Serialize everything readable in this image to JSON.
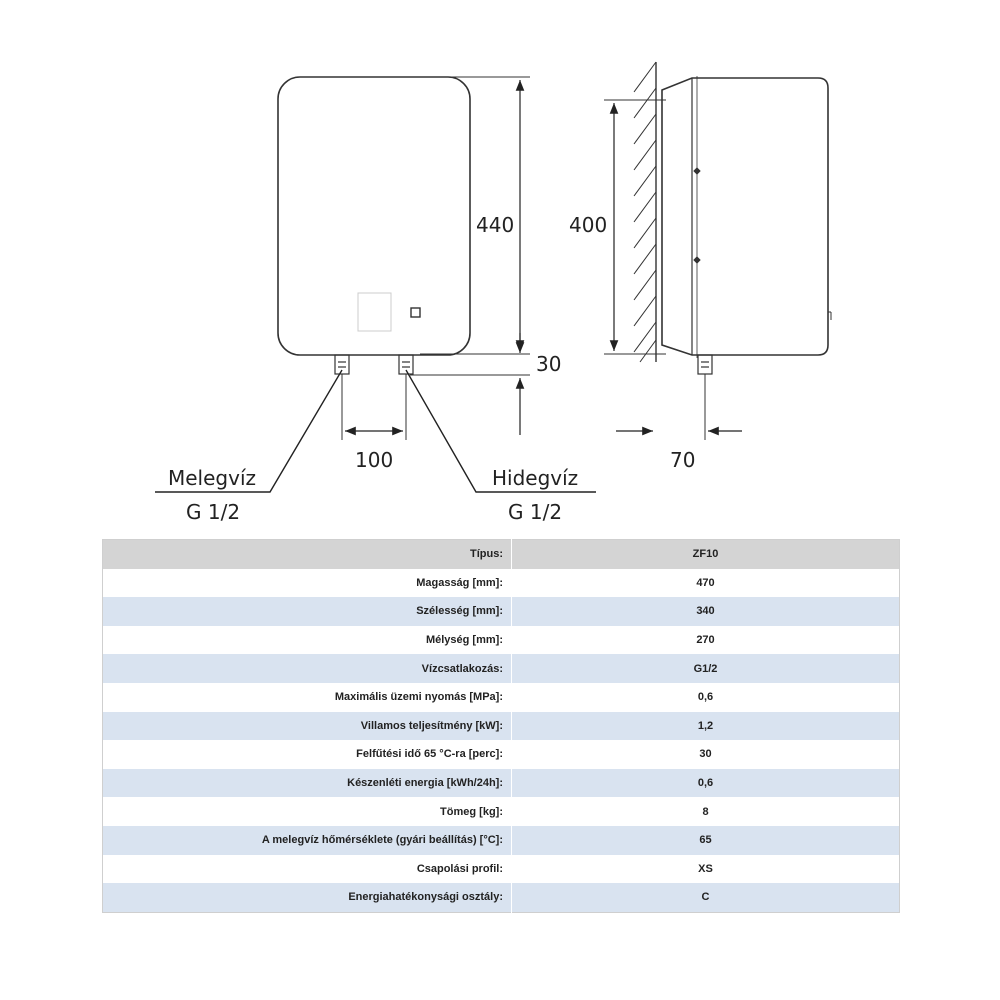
{
  "drawing": {
    "dim_height": "440",
    "dim_height_side": "400",
    "dim_pipe": "30",
    "dim_spacing": "100",
    "dim_depth": "70",
    "hot_label": "Melegvíz",
    "hot_thread": "G 1/2",
    "cold_label": "Hidegvíz",
    "cold_thread": "G 1/2"
  },
  "table": {
    "header": {
      "key": "Típus:",
      "value": "ZF10"
    },
    "rows": [
      {
        "key": "Magasság [mm]:",
        "value": "470"
      },
      {
        "key": "Szélesség [mm]:",
        "value": "340"
      },
      {
        "key": "Mélység [mm]:",
        "value": "270"
      },
      {
        "key": "Vízcsatlakozás:",
        "value": "G1/2"
      },
      {
        "key": "Maximális üzemi nyomás [MPa]:",
        "value": "0,6"
      },
      {
        "key": "Villamos teljesítmény [kW]:",
        "value": "1,2"
      },
      {
        "key": "Felfűtési idő 65 °C-ra [perc]:",
        "value": "30"
      },
      {
        "key": "Készenléti energia [kWh/24h]:",
        "value": "0,6"
      },
      {
        "key": "Tömeg [kg]:",
        "value": "8"
      },
      {
        "key": "A melegvíz hőmérséklete (gyári beállítás) [°C]:",
        "value": "65"
      },
      {
        "key": "Csapolási profil:",
        "value": "XS"
      },
      {
        "key": "Energiahatékonysági osztály:",
        "value": "C"
      }
    ]
  }
}
